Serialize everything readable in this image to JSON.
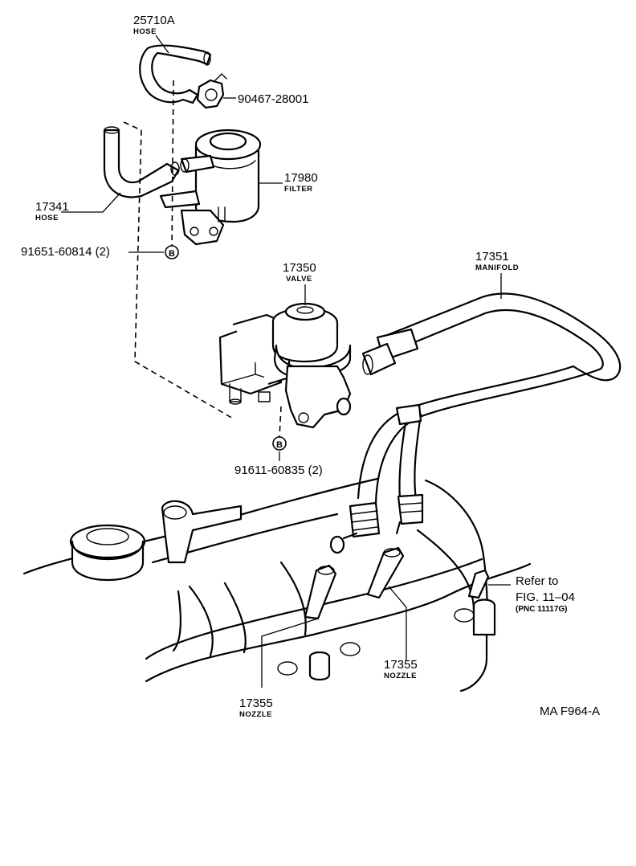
{
  "parts": [
    {
      "id": "25710A",
      "number": "25710A",
      "name": "HOSE"
    },
    {
      "id": "90467",
      "number": "90467-28001",
      "name": ""
    },
    {
      "id": "17980",
      "number": "17980",
      "name": "FILTER"
    },
    {
      "id": "17341",
      "number": "17341",
      "name": "HOSE"
    },
    {
      "id": "91651",
      "number": "91651-60814 (2)",
      "name": ""
    },
    {
      "id": "17350",
      "number": "17350",
      "name": "VALVE"
    },
    {
      "id": "17351",
      "number": "17351",
      "name": "MANIFOLD"
    },
    {
      "id": "91611",
      "number": "91611-60835 (2)",
      "name": ""
    },
    {
      "id": "17355a",
      "number": "17355",
      "name": "NOZZLE"
    },
    {
      "id": "17355b",
      "number": "17355",
      "name": "NOZZLE"
    }
  ],
  "markers": {
    "b_top": "B",
    "b_bottom": "B"
  },
  "reference": {
    "line1": "Refer to",
    "line2": "FIG. 11–04",
    "line3": "(PNC 11117G)"
  },
  "figure_code": "MA F964-A"
}
